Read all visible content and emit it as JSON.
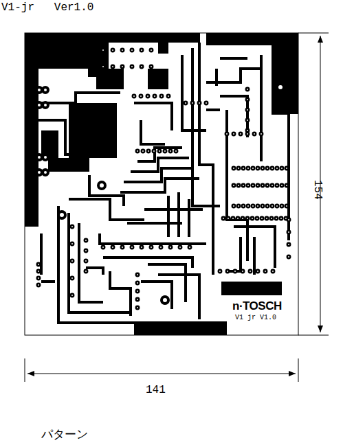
{
  "diagram": {
    "title": "V1-jr   Ver1.0",
    "caption": "パターン",
    "labels": [
      "154",
      "141",
      "n·TOSCH",
      "V1 jr V1.0"
    ]
  }
}
